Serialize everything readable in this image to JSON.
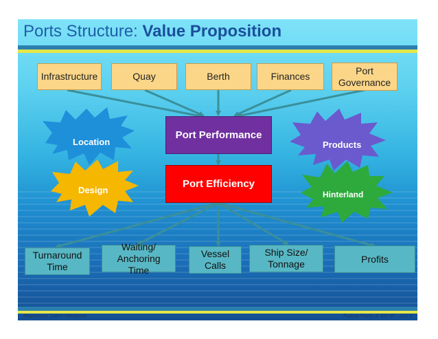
{
  "title": {
    "prefix": "Ports Structure:",
    "highlight": "Value Proposition"
  },
  "top_boxes": [
    {
      "label": "Infrastructure"
    },
    {
      "label": "Quay"
    },
    {
      "label": "Berth"
    },
    {
      "label": "Finances"
    },
    {
      "label": "Port Governance"
    }
  ],
  "center": {
    "performance": "Port Performance",
    "efficiency": "Port Efficiency"
  },
  "stars": {
    "location": {
      "label": "Location",
      "color": "#1e8fd9"
    },
    "design": {
      "label": "Design",
      "color": "#f5b700"
    },
    "products": {
      "label": "Products",
      "color": "#6a5acd"
    },
    "hinterland": {
      "label": "Hinterland",
      "color": "#2eaa3c"
    }
  },
  "bottom_boxes": [
    {
      "label": "Turnaround Time"
    },
    {
      "label": "Waiting/ Anchoring Time"
    },
    {
      "label": "Vessel Calls"
    },
    {
      "label": "Ship Size/ Tonnage"
    },
    {
      "label": "Profits"
    }
  ],
  "footer": {
    "left": "Mahmood Sakhi Albalushi",
    "right": "Future Ports & 4th IR - 2019"
  },
  "colors": {
    "arrow": "#3a8f9a",
    "performance": "#7030a0",
    "efficiency": "#ff0000"
  }
}
